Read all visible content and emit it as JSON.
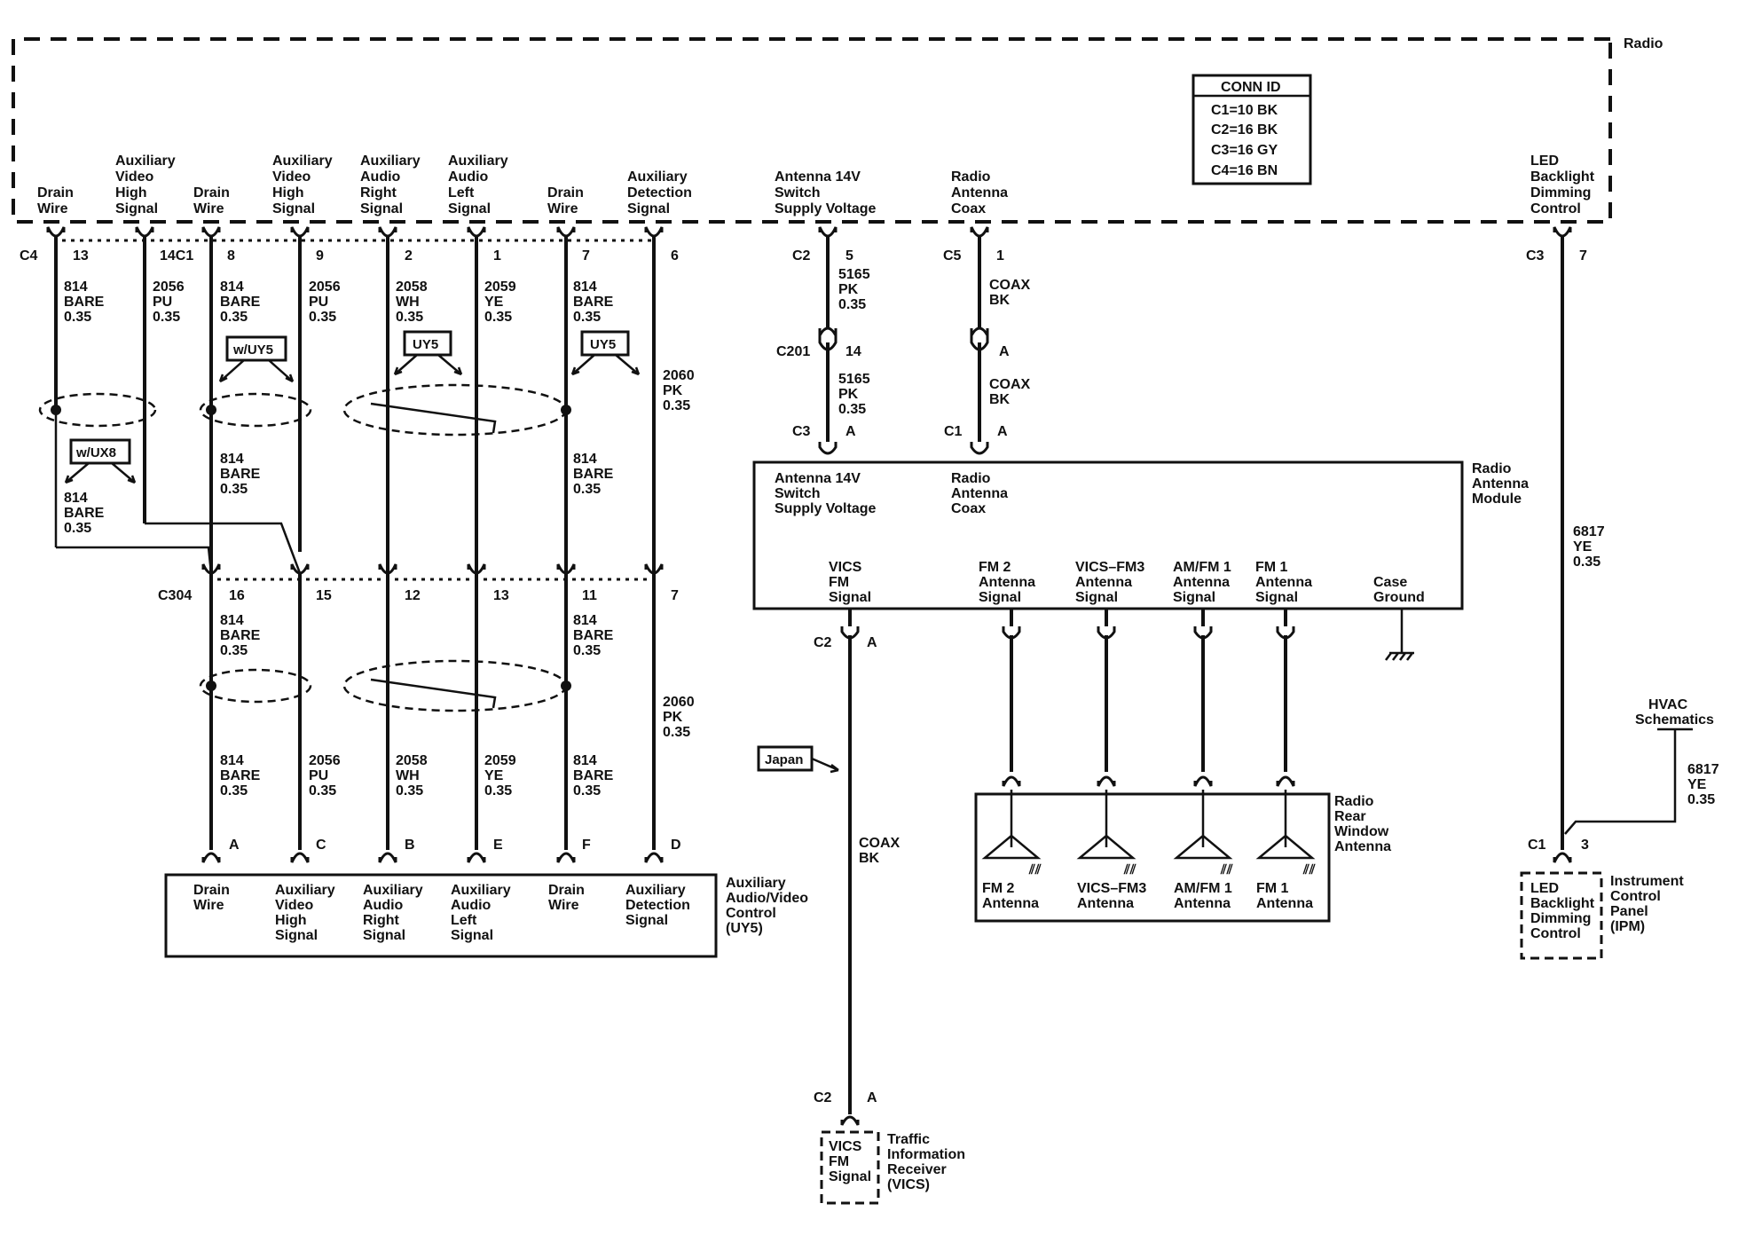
{
  "radio": {
    "title": "Radio",
    "conn_id": {
      "header": "CONN ID",
      "rows": [
        "C1=10 BK",
        "C2=16 BK",
        "C3=16 GY",
        "C4=16 BN"
      ]
    },
    "drain1": [
      "Drain",
      "Wire"
    ],
    "aux_video1": [
      "Auxiliary",
      "Video",
      "High",
      "Signal"
    ],
    "drain2": [
      "Drain",
      "Wire"
    ],
    "aux_video2": [
      "Auxiliary",
      "Video",
      "High",
      "Signal"
    ],
    "aux_right": [
      "Auxiliary",
      "Audio",
      "Right",
      "Signal"
    ],
    "aux_left": [
      "Auxiliary",
      "Audio",
      "Left",
      "Signal"
    ],
    "drain3": [
      "Drain",
      "Wire"
    ],
    "aux_detect": [
      "Auxiliary",
      "Detection",
      "Signal"
    ],
    "ant_supply": [
      "Antenna 14V",
      "Switch",
      "Supply Voltage"
    ],
    "radio_coax": [
      "Radio",
      "Antenna",
      "Coax"
    ],
    "led_dim": [
      "LED",
      "Backlight",
      "Dimming",
      "Control"
    ]
  },
  "pins_top": {
    "c4": "C4",
    "p13": "13",
    "p14c1": "14C1",
    "p8": "8",
    "p9": "9",
    "p2": "2",
    "p1": "1",
    "p7": "7",
    "p6": "6",
    "c2": "C2",
    "p5": "5",
    "c5": "C5",
    "p1b": "1",
    "c3": "C3",
    "p7b": "7"
  },
  "wires": {
    "w814": [
      "814",
      "BARE",
      "0.35"
    ],
    "w2056": [
      "2056",
      "PU",
      "0.35"
    ],
    "w2058": [
      "2058",
      "WH",
      "0.35"
    ],
    "w2059": [
      "2059",
      "YE",
      "0.35"
    ],
    "w2060": [
      "2060",
      "PK",
      "0.35"
    ],
    "w5165": [
      "5165",
      "PK",
      "0.35"
    ],
    "coax": [
      "COAX",
      "BK"
    ],
    "w6817": [
      "6817",
      "YE",
      "0.35"
    ]
  },
  "options": {
    "wuy5": "w/UY5",
    "uy5a": "UY5",
    "uy5b": "UY5",
    "wux8": "w/UX8",
    "japan": "Japan"
  },
  "c304": {
    "name": "C304",
    "pins": [
      "16",
      "15",
      "12",
      "13",
      "11",
      "7"
    ]
  },
  "c201": {
    "name": "C201",
    "pin": "14",
    "pin_a": "A"
  },
  "ram_conn": {
    "c3": "C3",
    "a1": "A",
    "c1": "C1",
    "a2": "A"
  },
  "ram": {
    "title": [
      "Radio",
      "Antenna",
      "Module"
    ],
    "supply": [
      "Antenna 14V",
      "Switch",
      "Supply Voltage"
    ],
    "coax": [
      "Radio",
      "Antenna",
      "Coax"
    ],
    "vics": [
      "VICS",
      "FM",
      "Signal"
    ],
    "fm2": [
      "FM 2",
      "Antenna",
      "Signal"
    ],
    "vicsfm3": [
      "VICS–FM3",
      "Antenna",
      "Signal"
    ],
    "amfm1": [
      "AM/FM 1",
      "Antenna",
      "Signal"
    ],
    "fm1": [
      "FM 1",
      "Antenna",
      "Signal"
    ],
    "case": [
      "Case",
      "Ground"
    ],
    "c2": "C2",
    "a": "A"
  },
  "rwa": {
    "title": [
      "Radio",
      "Rear",
      "Window",
      "Antenna"
    ],
    "fm2": [
      "FM 2",
      "Antenna"
    ],
    "vicsfm3": [
      "VICS–FM3",
      "Antenna"
    ],
    "amfm1": [
      "AM/FM 1",
      "Antenna"
    ],
    "fm1": [
      "FM 1",
      "Antenna"
    ]
  },
  "aavc": {
    "title": [
      "Auxiliary",
      "Audio/Video",
      "Control",
      "(UY5)"
    ],
    "pins": [
      "A",
      "C",
      "B",
      "E",
      "F",
      "D"
    ],
    "drain1": [
      "Drain",
      "Wire"
    ],
    "video": [
      "Auxiliary",
      "Video",
      "High",
      "Signal"
    ],
    "right": [
      "Auxiliary",
      "Audio",
      "Right",
      "Signal"
    ],
    "left": [
      "Auxiliary",
      "Audio",
      "Left",
      "Signal"
    ],
    "drain2": [
      "Drain",
      "Wire"
    ],
    "detect": [
      "Auxiliary",
      "Detection",
      "Signal"
    ]
  },
  "vics_rx": {
    "c2": "C2",
    "a": "A",
    "signal": [
      "VICS",
      "FM",
      "Signal"
    ],
    "title": [
      "Traffic",
      "Information",
      "Receiver",
      "(VICS)"
    ]
  },
  "ipc": {
    "hvac": [
      "HVAC",
      "Schematics"
    ],
    "c1": "C1",
    "p3": "3",
    "signal": [
      "LED",
      "Backlight",
      "Dimming",
      "Control"
    ],
    "title": [
      "Instrument",
      "Control",
      "Panel",
      "(IPM)"
    ]
  }
}
